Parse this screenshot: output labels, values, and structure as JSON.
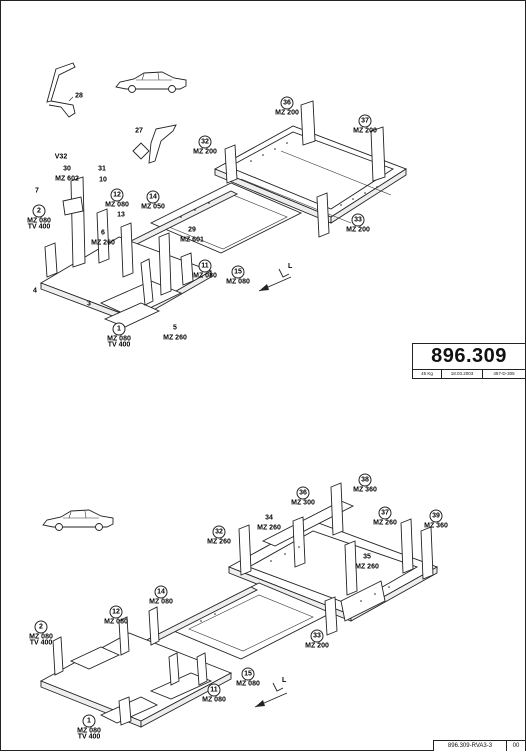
{
  "title_block": {
    "number": "896.309",
    "weight": "45 Kg",
    "date": "18.03.2003",
    "code": "457-D-305"
  },
  "footer": {
    "drawing_code": "896.309-RVA3-3",
    "revision": "00"
  },
  "top_view": {
    "callouts": [
      {
        "num": "1",
        "sub": "MZ 080\nTV 400"
      },
      {
        "num": "2",
        "sub": "MZ 080\nTV 400"
      },
      {
        "num": "3",
        "sub": ""
      },
      {
        "num": "4",
        "sub": ""
      },
      {
        "num": "5",
        "sub": "MZ 260"
      },
      {
        "num": "6",
        "sub": "MZ 260"
      },
      {
        "num": "7",
        "sub": ""
      },
      {
        "num": "10",
        "sub": ""
      },
      {
        "num": "11",
        "sub": "MZ 080"
      },
      {
        "num": "12",
        "sub": "MZ 080"
      },
      {
        "num": "13",
        "sub": ""
      },
      {
        "num": "14",
        "sub": "MZ 050"
      },
      {
        "num": "15",
        "sub": "MZ 080"
      },
      {
        "num": "27",
        "sub": ""
      },
      {
        "num": "28",
        "sub": ""
      },
      {
        "num": "29",
        "sub": "MZ 601"
      },
      {
        "num": "30",
        "sub": "MZ 602"
      },
      {
        "num": "31",
        "sub": ""
      },
      {
        "num": "32",
        "sub": "MZ 200"
      },
      {
        "num": "33",
        "sub": "MZ 200"
      },
      {
        "num": "36",
        "sub": "MZ 200"
      },
      {
        "num": "37",
        "sub": "MZ 200"
      },
      {
        "num": "V32",
        "sub": ""
      }
    ],
    "arrow_letter": "L"
  },
  "bottom_view": {
    "callouts": [
      {
        "num": "1",
        "sub": "MZ 080\nTV 400"
      },
      {
        "num": "2",
        "sub": "MZ 080\nTV 400"
      },
      {
        "num": "11",
        "sub": "MZ 080"
      },
      {
        "num": "12",
        "sub": "MZ 080"
      },
      {
        "num": "14",
        "sub": "MZ 080"
      },
      {
        "num": "15",
        "sub": "MZ 080"
      },
      {
        "num": "32",
        "sub": "MZ 260"
      },
      {
        "num": "33",
        "sub": "MZ 200"
      },
      {
        "num": "34",
        "sub": "MZ 260"
      },
      {
        "num": "35",
        "sub": "MZ 260"
      },
      {
        "num": "36",
        "sub": "MZ 300"
      },
      {
        "num": "37",
        "sub": "MZ 260"
      },
      {
        "num": "38",
        "sub": "MZ 360"
      },
      {
        "num": "39",
        "sub": "MZ 360"
      }
    ],
    "arrow_letter": "L"
  },
  "colors": {
    "ink": "#222222",
    "paper": "#ffffff"
  },
  "icons": [
    "car-side-icon"
  ]
}
